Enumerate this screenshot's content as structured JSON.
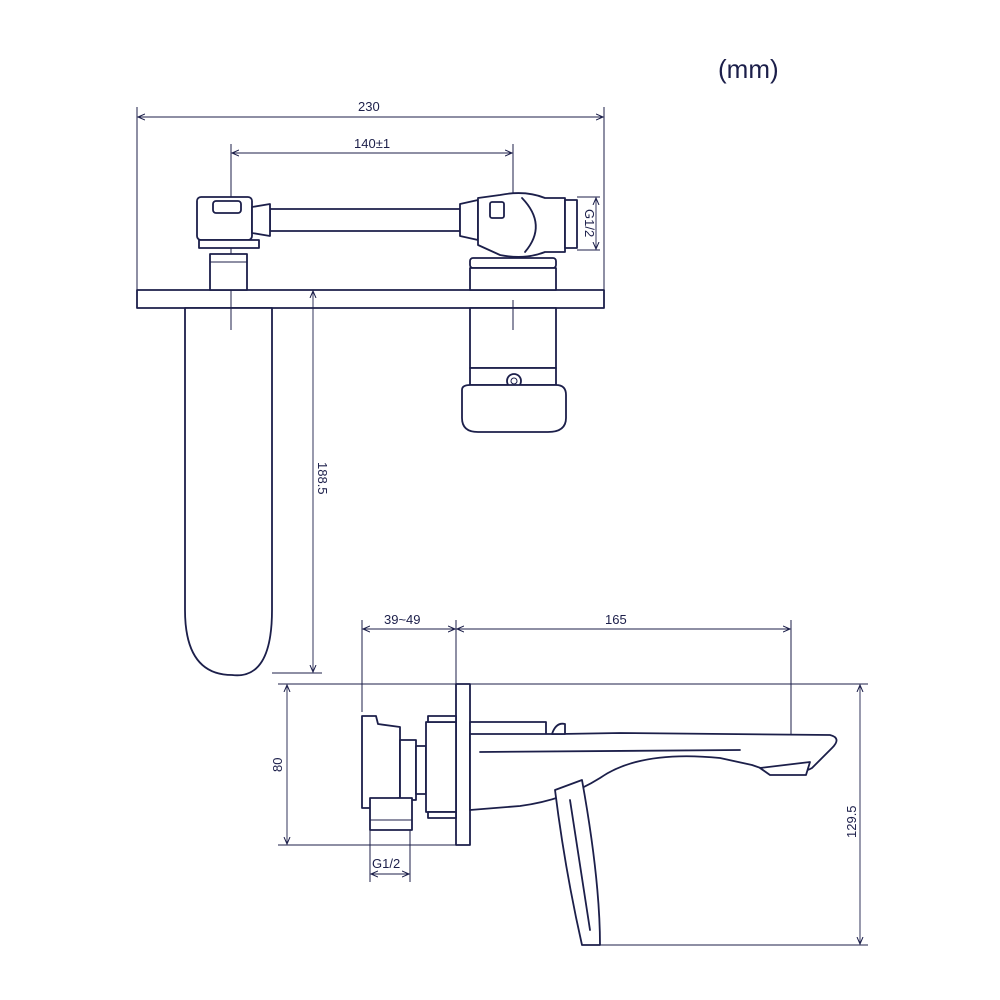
{
  "unit_label": "(mm)",
  "dimensions": {
    "overall_width": "230",
    "inlet_spacing": "140±1",
    "thread_top": "G1/2",
    "spout_drop": "188.5",
    "wall_depth": "39~49",
    "spout_reach": "165",
    "plate_height": "80",
    "overall_height": "129.5",
    "thread_side": "G1/2"
  },
  "colors": {
    "line": "#1c1f4a",
    "background": "#ffffff"
  }
}
